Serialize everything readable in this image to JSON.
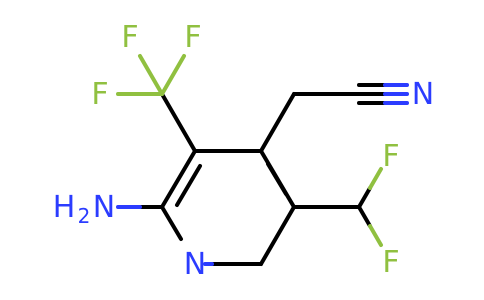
{
  "molecule": {
    "atoms": {
      "f1": "F",
      "f2": "F",
      "f3": "F",
      "f4": "F",
      "f5": "F",
      "n_nitrile": "N",
      "n_ring": "N",
      "amine_h": "H",
      "amine_sub": "2",
      "amine_n": "N"
    }
  },
  "colors": {
    "fluorine": "#90c040",
    "nitrogen": "#2b3cff",
    "carbon_bond": "#000000"
  }
}
